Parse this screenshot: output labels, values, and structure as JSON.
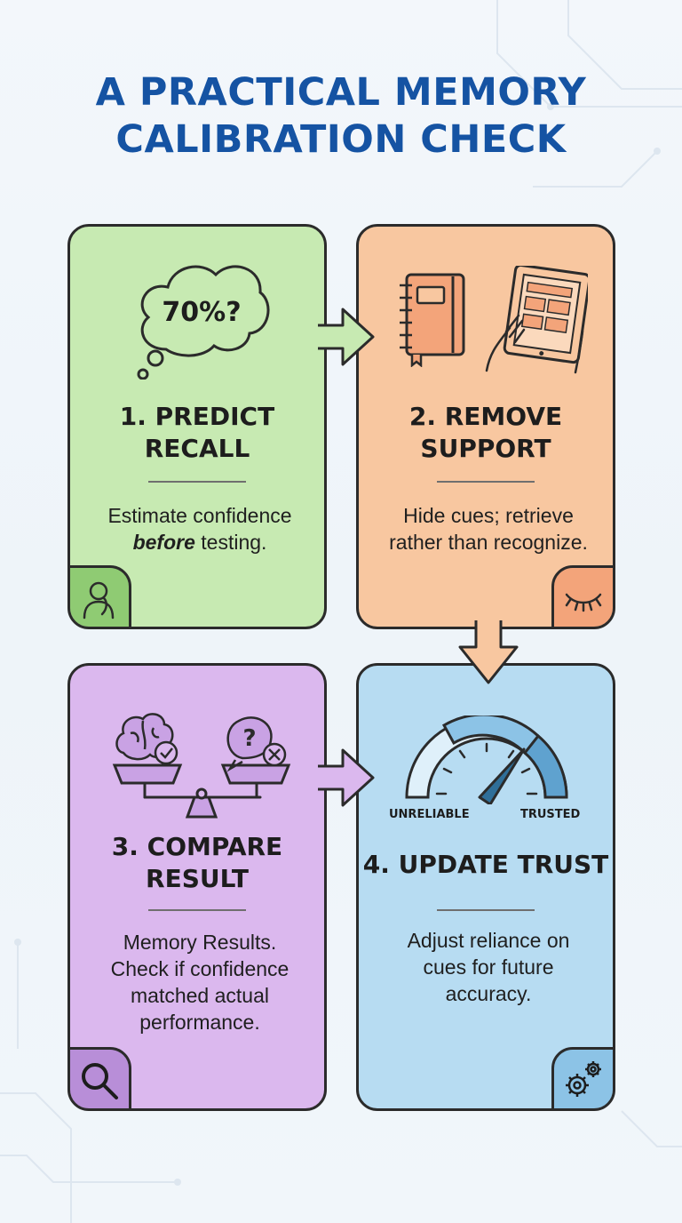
{
  "title": {
    "line1": "A PRACTICAL MEMORY",
    "line2": "CALIBRATION CHECK"
  },
  "colors": {
    "title": "#1553a3",
    "card1": "#c7eab2",
    "card2": "#f8c7a0",
    "card3": "#dbb8ee",
    "card4": "#b7dcf2",
    "corner1": "#8fcb73",
    "corner2": "#f3a47a",
    "corner3": "#b88ed8",
    "corner4": "#8cc3e6",
    "arrow_green": "#c7eab2",
    "arrow_orange": "#f8c7a0",
    "arrow_purple": "#dbb8ee"
  },
  "steps": [
    {
      "heading_line1": "1. PREDICT",
      "heading_line2": "RECALL",
      "thought_text": "70%?",
      "body_line1": "Estimate confidence",
      "body_emphasis": "before",
      "body_line2_rest": " testing.",
      "icons": [
        "thought-bubble-icon",
        "thinking-person-icon"
      ]
    },
    {
      "heading_line1": "2. REMOVE",
      "heading_line2": "SUPPORT",
      "body_line1": "Hide cues; retrieve",
      "body_line2": "rather than recognize.",
      "icons": [
        "notebook-icon",
        "tablet-hands-icon",
        "closed-eye-icon"
      ]
    },
    {
      "heading_line1": "3. COMPARE",
      "heading_line2": "RESULT",
      "body_lines": [
        "Memory Results.",
        "Check if confidence",
        "matched actual",
        "performance."
      ],
      "icons": [
        "balance-scale-icon",
        "brain-check-icon",
        "question-x-icon",
        "magnifier-icon"
      ]
    },
    {
      "heading": "4. UPDATE TRUST",
      "gauge_left": "UNRELIABLE",
      "gauge_right": "TRUSTED",
      "body_lines": [
        "Adjust reliance on",
        "cues for future",
        "accuracy."
      ],
      "icons": [
        "trust-gauge-icon",
        "gears-icon"
      ]
    }
  ]
}
